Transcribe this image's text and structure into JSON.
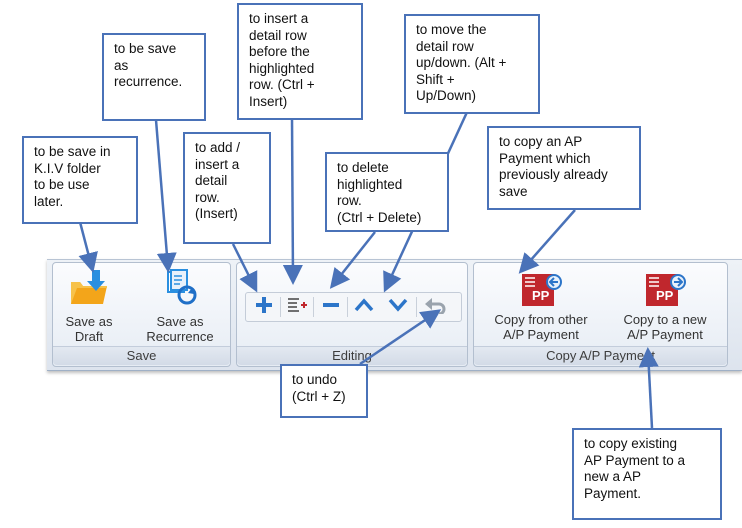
{
  "ribbon": {
    "groups": {
      "save": {
        "label": "Save",
        "draft_label": "Save as\nDraft",
        "recurrence_label": "Save as\nRecurrence"
      },
      "editing": {
        "label": "Editing"
      },
      "copy": {
        "label": "Copy A/P Payment",
        "copy_other_label": "Copy from other\nA/P Payment",
        "copy_new_label": "Copy to a new\nA/P Payment",
        "badge_text": "PP"
      }
    }
  },
  "callouts": {
    "draft": "to be save in\nK.I.V folder\nto be use\nlater.",
    "recurrence": "to be save\nas\nrecurrence.",
    "add": "to add /\ninsert a\ndetail\nrow.\n(Insert)",
    "insert": "to insert a\ndetail row\nbefore the\nhighlighted\nrow. (Ctrl +\nInsert)",
    "delete": "to delete\nhighlighted\nrow.\n(Ctrl + Delete)",
    "move": "to move the\ndetail row\nup/down. (Alt +\nShift +\nUp/Down)",
    "copy_other": "to copy an AP\nPayment which\npreviously already\nsave",
    "undo": "to undo\n(Ctrl + Z)",
    "copy_new": "to copy existing\nAP Payment to a\nnew a AP\nPayment."
  },
  "colors": {
    "callout_border": "#4a72b8",
    "arrow": "#4a72b8",
    "toolbar_icon_blue": "#2c75c9",
    "pp_red": "#c0272d"
  }
}
